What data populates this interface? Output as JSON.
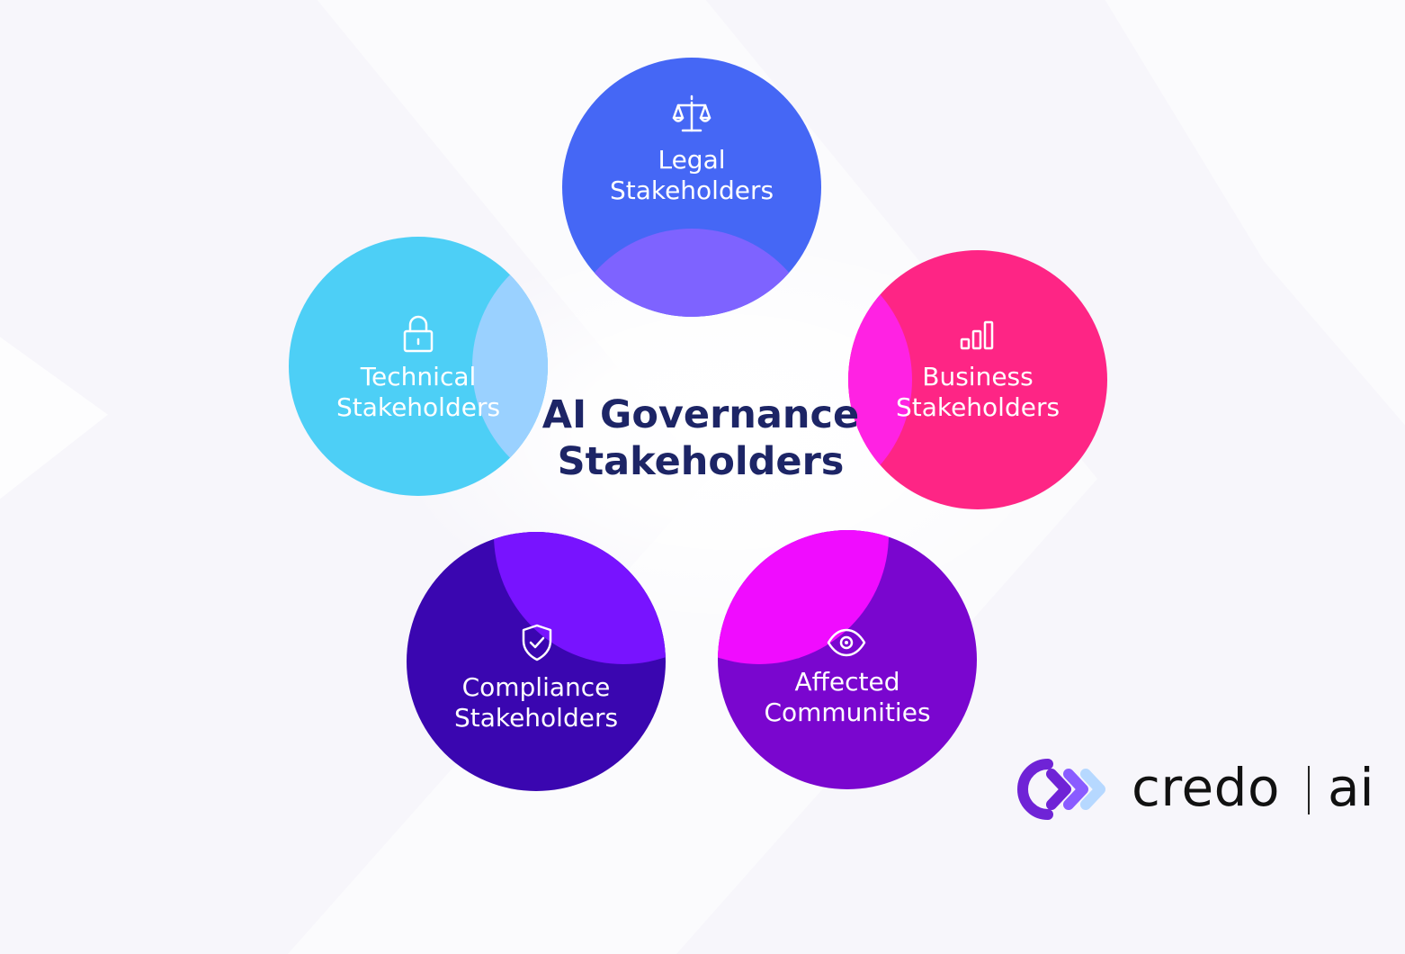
{
  "title": {
    "line1": "AI Governance",
    "line2": "Stakeholders"
  },
  "nodes": [
    {
      "id": "legal",
      "line1": "Legal",
      "line2": "Stakeholders",
      "icon": "scales-icon",
      "color": "#4567f5",
      "overlap_color": "#7e63ff"
    },
    {
      "id": "technical",
      "line1": "Technical",
      "line2": "Stakeholders",
      "icon": "lock-icon",
      "color": "#4dcff6",
      "overlap_color": "#9ad1ff"
    },
    {
      "id": "business",
      "line1": "Business",
      "line2": "Stakeholders",
      "icon": "bar-chart-icon",
      "color": "#fe2585",
      "overlap_color": "#ff22e3"
    },
    {
      "id": "compliance",
      "line1": "Compliance",
      "line2": "Stakeholders",
      "icon": "shield-check-icon",
      "color": "#3a06b0",
      "overlap_color": "#7813ff"
    },
    {
      "id": "affected",
      "line1": "Affected",
      "line2": "Communities",
      "icon": "eye-icon",
      "color": "#7a06cf",
      "overlap_color": "#f00cff"
    }
  ],
  "brand": {
    "wordmark": "credo",
    "suffix": "ai",
    "logo_icon": "chevron-arrows-logo-icon",
    "colors": [
      "#6f23d6",
      "#8a5cff",
      "#b6d8ff"
    ]
  }
}
